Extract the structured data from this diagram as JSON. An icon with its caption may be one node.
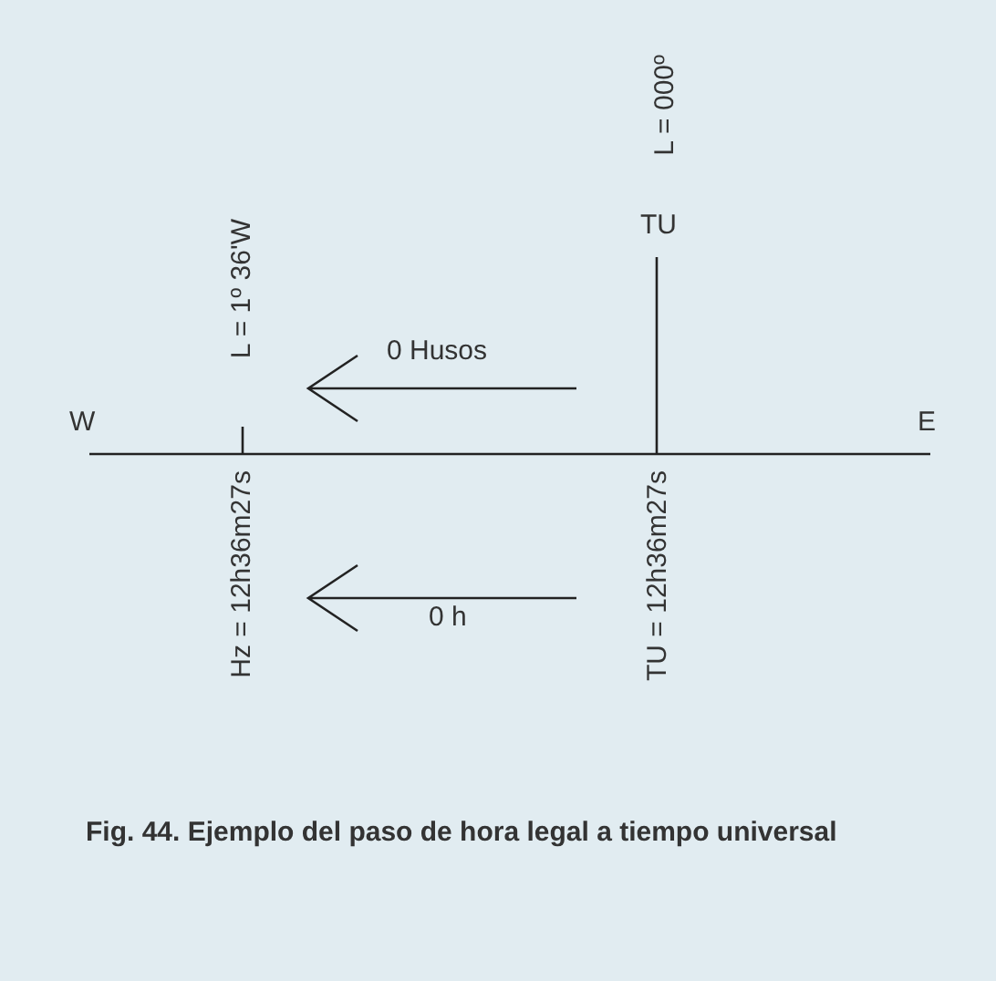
{
  "diagram": {
    "caption": "Fig. 44. Ejemplo del paso de hora legal a tiempo universal",
    "labels": [
      "L = 000º",
      "TU",
      "L = 1º 36'W",
      "0 Husos",
      "W",
      "E",
      "Hz = 12h36m27s",
      "TU = 12h36m27s",
      "0 h"
    ]
  }
}
